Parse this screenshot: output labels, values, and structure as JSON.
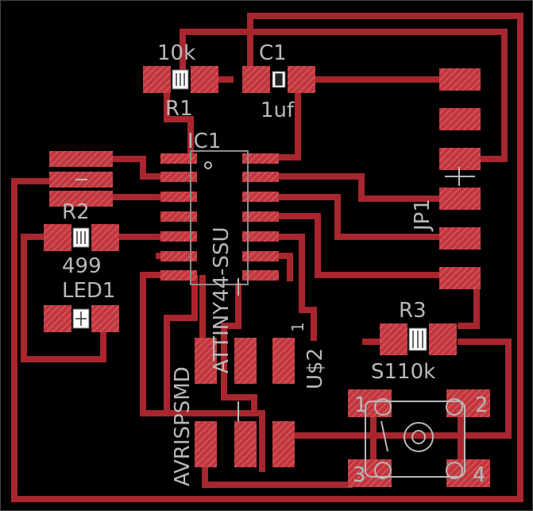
{
  "colors": {
    "background": "#000000",
    "trace": "#a8262d",
    "pad": "#c2363d",
    "pad_hatch": "#d96a6f",
    "silkscreen": "#b9b9b9",
    "component_body": "#ffffff"
  },
  "labels": {
    "r1_value": "10k",
    "r1_name": "R1",
    "c1_name": "C1",
    "c1_value": "1uf",
    "ic1_name": "IC1",
    "ic1_value": "ATTINY44-SSU",
    "r2_name": "R2",
    "r2_value": "499",
    "led1_name": "LED1",
    "jp1_name": "JP1",
    "r3_name": "R3",
    "s1_value": "S110k",
    "us2_name": "U$2",
    "us2_pin": "1",
    "avrispsmd_name": "AVRISPSMD",
    "s1_pin1": "1",
    "s1_pin2": "2",
    "s1_pin3": "3",
    "s1_pin4": "4"
  }
}
